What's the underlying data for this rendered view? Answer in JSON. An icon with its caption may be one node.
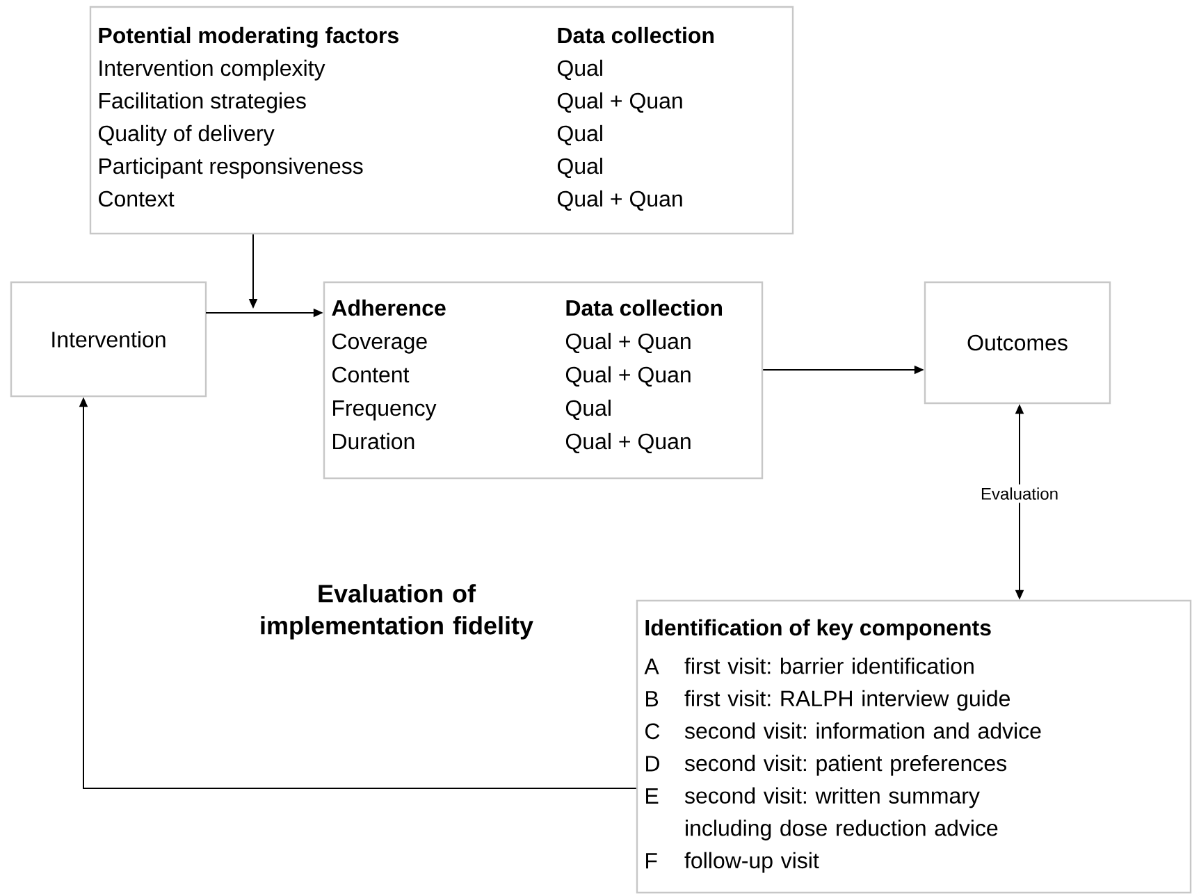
{
  "diagram": {
    "nodes": [
      {
        "text": [
          "Potential moderating factors",
          "Data collection",
          "Intervention complexity",
          "Qual",
          "Facilitation strategies",
          "Qual + Quan",
          "Quality of delivery",
          "Qual",
          "Participant responsiveness",
          "Qual",
          "Context",
          "Qual + Quan"
        ]
      },
      {
        "text": [
          "Intervention"
        ]
      },
      {
        "text": [
          "Adherence",
          "Data collection",
          "Coverage",
          "Qual + Quan",
          "Content",
          "Qual + Quan",
          "Frequency",
          "Qual",
          "Duration",
          "Qual + Quan"
        ]
      },
      {
        "text": [
          "Outcomes"
        ]
      },
      {
        "text": [
          "Evaluation"
        ]
      },
      {
        "text": [
          "Identification of key components",
          "A",
          "first visit: barrier identification",
          "B",
          "first visit: RALPH interview guide",
          "C",
          "second visit: information and advice",
          "D",
          "second visit: patient preferences",
          "E",
          "second visit: written summary including dose reduction advice",
          "F",
          "follow-up visit"
        ]
      }
    ],
    "edges": [
      {
        "from": 0,
        "to": null,
        "arrow": "to"
      },
      {
        "from": 1,
        "to": 2,
        "arrow": "to"
      },
      {
        "from": 2,
        "to": 3,
        "arrow": "to"
      },
      {
        "from": 4,
        "to": 3,
        "arrow": "to"
      },
      {
        "from": 4,
        "to": 5,
        "arrow": "to"
      },
      {
        "from": 5,
        "to": 1,
        "arrow": "to"
      }
    ],
    "labels": [
      "Evaluation of implementation fidelity"
    ]
  }
}
